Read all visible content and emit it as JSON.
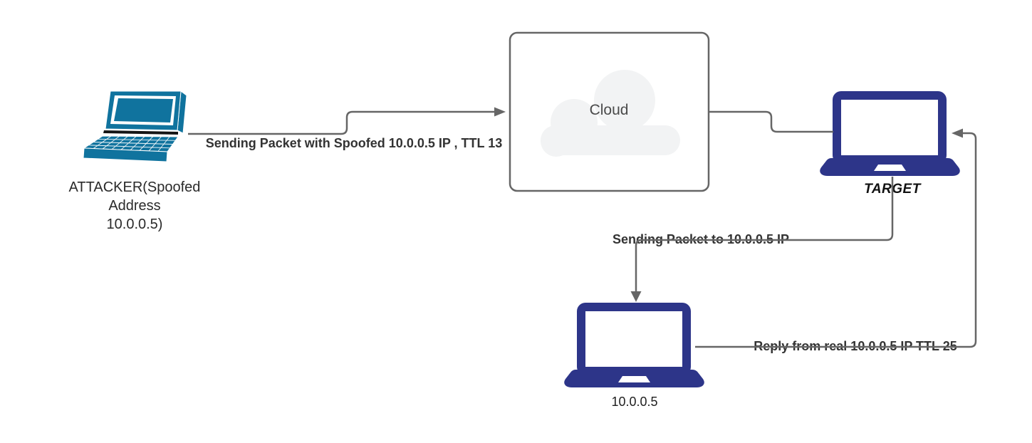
{
  "diagram": {
    "type": "network-flow-diagram",
    "topic": "IP spoofing packet flow",
    "nodes": {
      "attacker": {
        "icon": "laptop-perspective-icon",
        "label_lines": [
          "ATTACKER(Spoofed",
          "Address",
          "10.0.0.5)"
        ]
      },
      "cloud": {
        "icon": "cloud-icon",
        "label": "Cloud"
      },
      "target": {
        "icon": "laptop-front-icon",
        "label": "TARGET"
      },
      "real_host": {
        "icon": "laptop-front-icon",
        "label": "10.0.0.5"
      }
    },
    "edges": [
      {
        "id": "attacker-to-cloud",
        "from": "attacker",
        "to": "cloud",
        "arrow": "right",
        "label": "Sending Packet with Spoofed 10.0.0.5 IP , TTL 13"
      },
      {
        "id": "cloud-to-target",
        "from": "cloud",
        "to": "target",
        "arrow": "none",
        "label": ""
      },
      {
        "id": "target-to-real-host",
        "from": "target",
        "to": "real_host",
        "arrow": "down",
        "label": "Sending Packet to 10.0.0.5 IP"
      },
      {
        "id": "real-host-to-target",
        "from": "real_host",
        "to": "target",
        "arrow": "left",
        "label": "Reply from real 10.0.0.5 IP TTL 25"
      }
    ],
    "colors": {
      "attacker_laptop_fill": "#10739E",
      "target_laptop_fill": "#2D3589",
      "edge_stroke": "#666666",
      "cloud_box_border": "#666666",
      "cloud_box_fill": "#FFFFFF",
      "cloud_shape_fill": "#F2F3F4",
      "background": "#FFFFFF"
    }
  }
}
